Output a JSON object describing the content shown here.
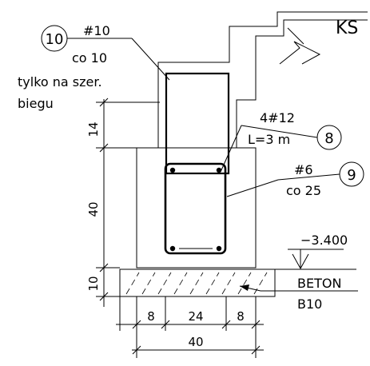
{
  "section_label": "KS",
  "callouts": {
    "item_10": {
      "number": "10",
      "bar": "#10",
      "spacing": "co 10",
      "note_line1": "tylko na szer.",
      "note_line2": "biegu"
    },
    "item_8": {
      "number": "8",
      "bar": "4#12",
      "length": "L=3 m"
    },
    "item_9": {
      "number": "9",
      "bar": "#6",
      "spacing": "co 25"
    }
  },
  "level": {
    "value": "−3.400"
  },
  "blinding": {
    "material": "BETON",
    "grade": "B10"
  },
  "dimensions": {
    "vertical": [
      "14",
      "40",
      "10"
    ],
    "horizontal_parts": [
      "8",
      "24",
      "8"
    ],
    "horizontal_total": "40"
  }
}
